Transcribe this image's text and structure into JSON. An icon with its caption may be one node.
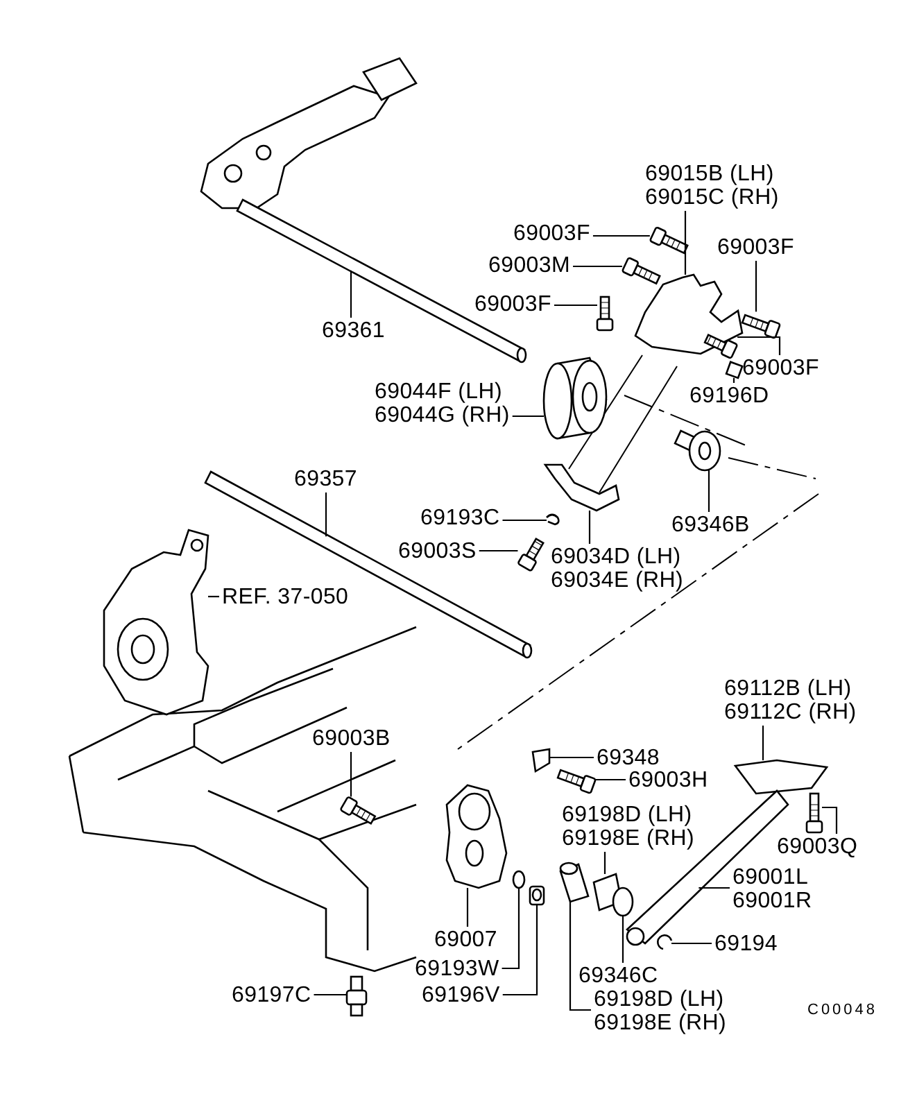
{
  "diagram": {
    "nodes": [
      {
        "text": [
          "69015B (LH)",
          "69015C (RH)"
        ]
      },
      {
        "text": [
          "69003F"
        ]
      },
      {
        "text": [
          "69003M"
        ]
      },
      {
        "text": [
          "69003F"
        ]
      },
      {
        "text": [
          "69003F"
        ]
      },
      {
        "text": [
          "69003F"
        ]
      },
      {
        "text": [
          "69196D"
        ]
      },
      {
        "text": [
          "69361"
        ]
      },
      {
        "text": [
          "69044F (LH)",
          "69044G (RH)"
        ]
      },
      {
        "text": [
          "69357"
        ]
      },
      {
        "text": [
          "69193C"
        ]
      },
      {
        "text": [
          "69003S"
        ]
      },
      {
        "text": [
          "69034D (LH)",
          "69034E (RH)"
        ]
      },
      {
        "text": [
          "69346B"
        ]
      },
      {
        "text": [
          "REF. 37-050"
        ]
      },
      {
        "text": [
          "69003B"
        ]
      },
      {
        "text": [
          "69348"
        ]
      },
      {
        "text": [
          "69003H"
        ]
      },
      {
        "text": [
          "69112B (LH)",
          "69112C (RH)"
        ]
      },
      {
        "text": [
          "69198D (LH)",
          "69198E (RH)"
        ]
      },
      {
        "text": [
          "69003Q"
        ]
      },
      {
        "text": [
          "69001L",
          "69001R"
        ]
      },
      {
        "text": [
          "69007"
        ]
      },
      {
        "text": [
          "69193W"
        ]
      },
      {
        "text": [
          "69196V"
        ]
      },
      {
        "text": [
          "69197C"
        ]
      },
      {
        "text": [
          "69346C"
        ]
      },
      {
        "text": [
          "69194"
        ]
      },
      {
        "text": [
          "69198D (LH)",
          "69198E (RH)"
        ]
      },
      {
        "text": [],
        "shape": "picture"
      },
      {
        "text": [],
        "shape": "picture"
      },
      {
        "text": [],
        "shape": "picture"
      },
      {
        "text": [],
        "shape": "picture"
      },
      {
        "text": [],
        "shape": "picture"
      },
      {
        "text": [],
        "shape": "picture"
      },
      {
        "text": [],
        "shape": "picture"
      },
      {
        "text": [],
        "shape": "picture"
      },
      {
        "text": [],
        "shape": "picture"
      },
      {
        "text": [],
        "shape": "picture"
      },
      {
        "text": [],
        "shape": "picture"
      },
      {
        "text": [],
        "shape": "picture"
      },
      {
        "text": [],
        "shape": "picture"
      },
      {
        "text": [],
        "shape": "picture"
      },
      {
        "text": [],
        "shape": "picture"
      },
      {
        "text": [],
        "shape": "picture"
      },
      {
        "text": [],
        "shape": "picture"
      },
      {
        "text": [],
        "shape": "picture"
      },
      {
        "text": [],
        "shape": "picture"
      },
      {
        "text": [],
        "shape": "picture"
      },
      {
        "text": [],
        "shape": "picture"
      },
      {
        "text": [],
        "shape": "picture"
      },
      {
        "text": [],
        "shape": "picture"
      },
      {
        "text": [],
        "shape": "circle"
      },
      {
        "text": [],
        "shape": "picture"
      },
      {
        "text": [],
        "shape": "picture"
      },
      {
        "text": [],
        "shape": "circle"
      },
      {
        "text": [],
        "shape": "picture"
      },
      {
        "text": [],
        "shape": "picture"
      }
    ],
    "edges": [
      {
        "from": 0,
        "to": 29,
        "arrow": "none"
      },
      {
        "from": 1,
        "to": 30,
        "arrow": "none"
      },
      {
        "from": 2,
        "to": 31,
        "arrow": "none"
      },
      {
        "from": 3,
        "to": 32,
        "arrow": "none"
      },
      {
        "from": 4,
        "to": 33,
        "arrow": "none"
      },
      {
        "from": 5,
        "to": 34,
        "arrow": "none"
      },
      {
        "from": 6,
        "to": 35,
        "arrow": "none"
      },
      {
        "from": 7,
        "to": 36,
        "arrow": "none"
      },
      {
        "from": 8,
        "to": 37,
        "arrow": "none"
      },
      {
        "from": 9,
        "to": 38,
        "arrow": "none"
      },
      {
        "from": 10,
        "to": 39,
        "arrow": "none"
      },
      {
        "from": 11,
        "to": 40,
        "arrow": "none"
      },
      {
        "from": 12,
        "to": 41,
        "arrow": "none"
      },
      {
        "from": 13,
        "to": 42,
        "arrow": "none"
      },
      {
        "from": 14,
        "to": 43,
        "arrow": "none"
      },
      {
        "from": 15,
        "to": 44,
        "arrow": "none"
      },
      {
        "from": 16,
        "to": 45,
        "arrow": "none"
      },
      {
        "from": 17,
        "to": 46,
        "arrow": "none"
      },
      {
        "from": 18,
        "to": 47,
        "arrow": "none"
      },
      {
        "from": 19,
        "to": 48,
        "arrow": "none"
      },
      {
        "from": 20,
        "to": 49,
        "arrow": "none"
      },
      {
        "from": 21,
        "to": 50,
        "arrow": "none"
      },
      {
        "from": 22,
        "to": 51,
        "arrow": "none"
      },
      {
        "from": 23,
        "to": 52,
        "arrow": "none"
      },
      {
        "from": 24,
        "to": 53,
        "arrow": "none"
      },
      {
        "from": 25,
        "to": 54,
        "arrow": "none"
      },
      {
        "from": 26,
        "to": 55,
        "arrow": "none"
      },
      {
        "from": 27,
        "to": 56,
        "arrow": "none"
      },
      {
        "from": 28,
        "to": 57,
        "arrow": "none"
      }
    ],
    "labels": [
      "C00048"
    ]
  }
}
